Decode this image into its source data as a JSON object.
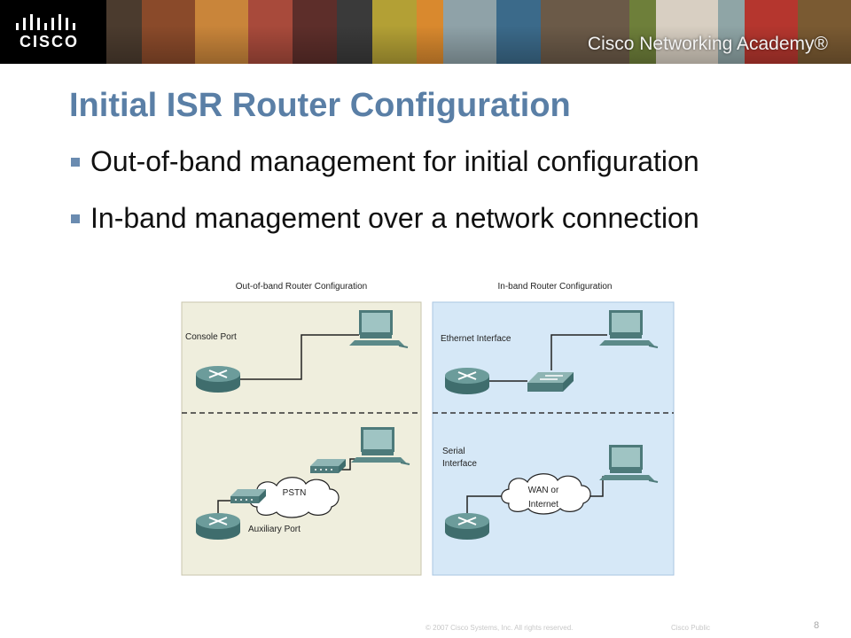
{
  "header": {
    "logo_text": "CISCO",
    "academy_text": "Cisco Networking Academy®"
  },
  "slide": {
    "title": "Initial ISR Router Configuration",
    "bullets": [
      "Out-of-band management for initial configuration",
      "In-band management over a network connection"
    ]
  },
  "diagram": {
    "left_panel": {
      "title": "Out-of-band Router Configuration",
      "console_label": "Console Port",
      "pstn_label": "PSTN",
      "aux_label": "Auxiliary Port"
    },
    "right_panel": {
      "title": "In-band Router Configuration",
      "ethernet_label": "Ethernet Interface",
      "serial_label_line1": "Serial",
      "serial_label_line2": "Interface",
      "wan_label_line1": "WAN or",
      "wan_label_line2": "Internet"
    }
  },
  "footer": {
    "copyright": "© 2007 Cisco Systems, Inc. All rights reserved.",
    "classification": "Cisco Public",
    "page_number": "8"
  },
  "colors": {
    "title": "#5a7fa6",
    "left_panel_bg": "#efeedd",
    "right_panel_bg": "#d6e8f7",
    "router": "#5e8f8e"
  }
}
